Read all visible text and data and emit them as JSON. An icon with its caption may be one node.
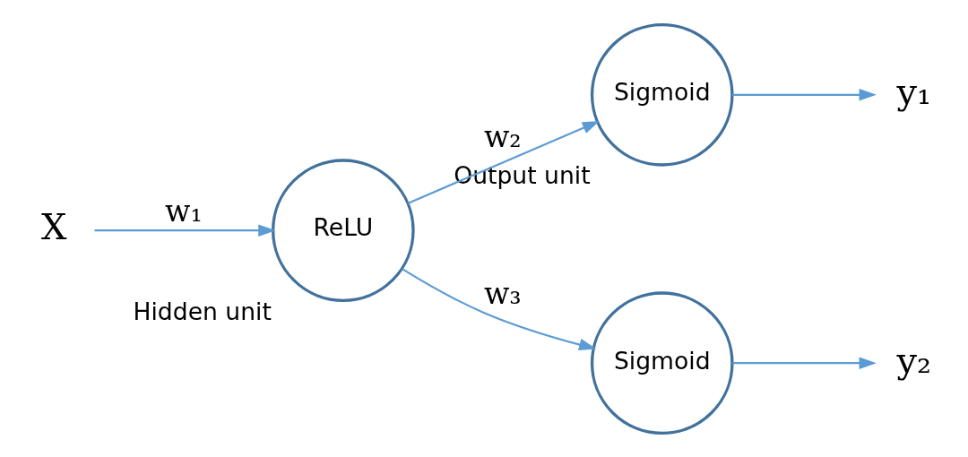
{
  "diagram": {
    "nodes": [
      {
        "text": [
          "X"
        ]
      },
      {
        "text": [
          "Hidden unit",
          "ReLU"
        ]
      },
      {
        "text": [
          "Output unit",
          "Sigmoid"
        ]
      },
      {
        "text": [
          "Sigmoid"
        ]
      },
      {
        "text": [
          "y₁"
        ]
      },
      {
        "text": [
          "y₂"
        ]
      }
    ],
    "edges": [
      {
        "from": 0,
        "to": 1,
        "arrow": "to",
        "label": "w₁"
      },
      {
        "from": 1,
        "to": 2,
        "arrow": "to",
        "label": "w₂"
      },
      {
        "from": 1,
        "to": 3,
        "arrow": "to",
        "label": "w₃"
      },
      {
        "from": 2,
        "to": 4,
        "arrow": "to"
      },
      {
        "from": 3,
        "to": 5,
        "arrow": "to"
      }
    ]
  }
}
